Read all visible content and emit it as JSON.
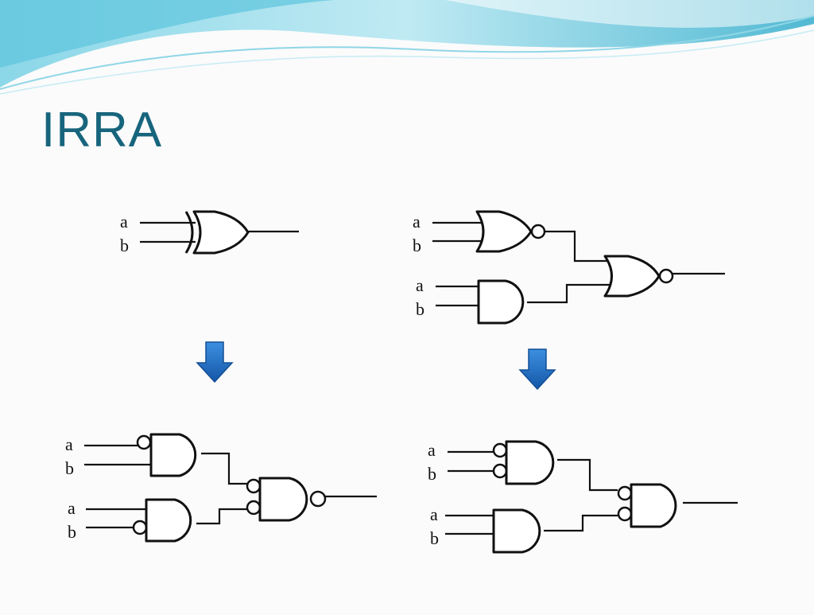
{
  "slide": {
    "title": "IRRA",
    "colors": {
      "title": "#17657d",
      "arrow": "#1f6ec0",
      "wave_light": "#aee3ef",
      "wave_dark": "#3fb2cf"
    }
  },
  "diagrams": {
    "top_left": {
      "inputs": [
        "a",
        "b"
      ],
      "gates": [
        "xor"
      ]
    },
    "top_right": {
      "inputs": [
        "a",
        "b",
        "a",
        "b"
      ],
      "gates": [
        "nor",
        "and",
        "nor"
      ]
    },
    "bottom_left": {
      "inputs": [
        "a",
        "b",
        "a",
        "b"
      ],
      "gates": [
        "and-inverted-input",
        "and-inverted-input",
        "nand-inverted-inputs"
      ]
    },
    "bottom_right": {
      "inputs": [
        "a",
        "b",
        "a",
        "b"
      ],
      "gates": [
        "and-inverted-inputs",
        "and",
        "and-inverted-inputs"
      ]
    }
  },
  "arrows": {
    "icon": "down-arrow-icon",
    "count": 2
  }
}
